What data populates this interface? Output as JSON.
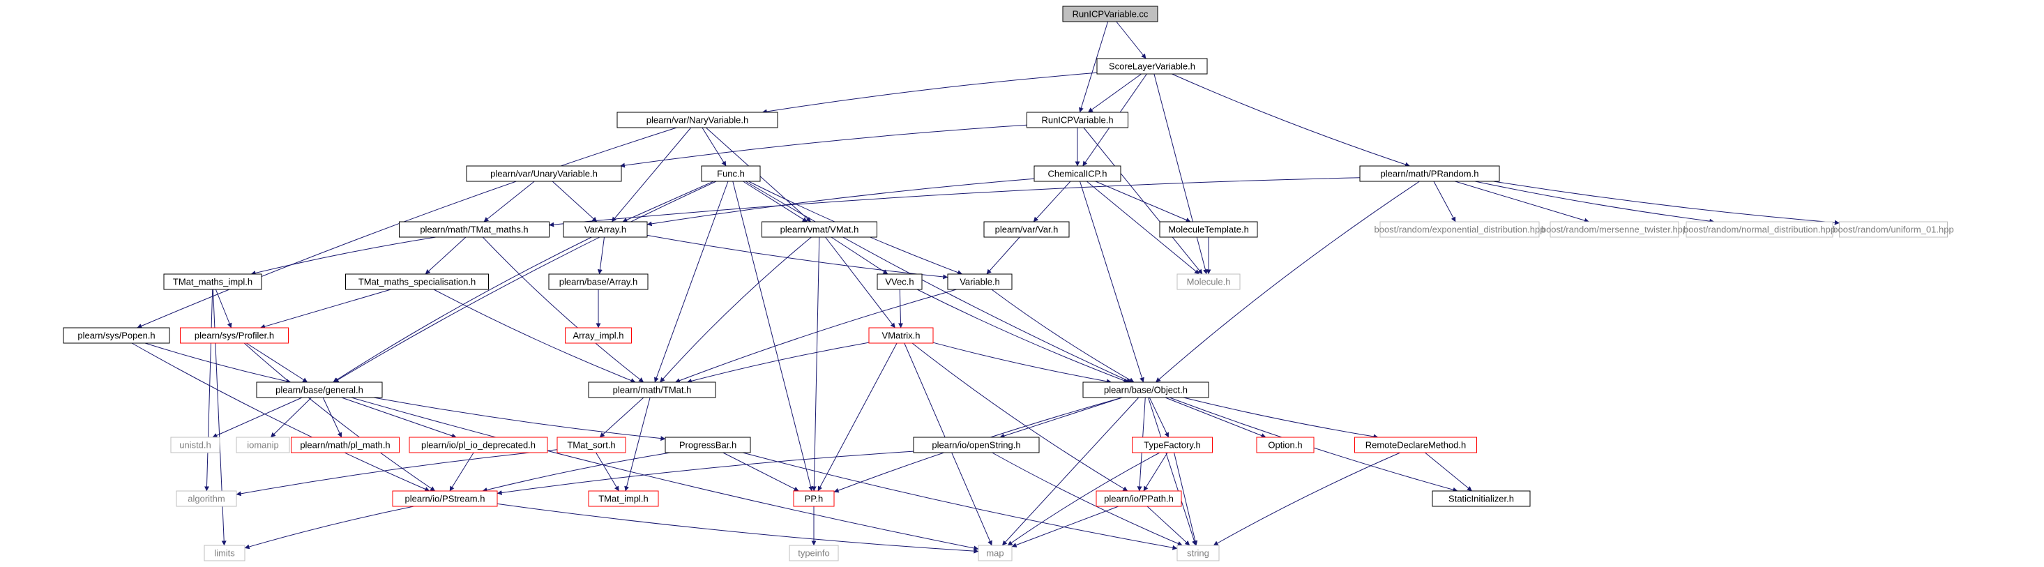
{
  "diagram": {
    "colors": {
      "edge": "#191970",
      "root_fill": "#bfbfbf",
      "normal_border": "#000000",
      "truncated_border": "#ff0000",
      "missing_border": "#bfbfbf",
      "missing_text": "#808080"
    },
    "nodes": [
      {
        "id": "root",
        "label": "RunICPVariable.cc",
        "kind": "root"
      },
      {
        "id": "score",
        "label": "ScoreLayerVariable.h",
        "kind": "normal"
      },
      {
        "id": "nary",
        "label": "plearn/var/NaryVariable.h",
        "kind": "normal"
      },
      {
        "id": "runicp",
        "label": "RunICPVariable.h",
        "kind": "normal"
      },
      {
        "id": "unary",
        "label": "plearn/var/UnaryVariable.h",
        "kind": "normal"
      },
      {
        "id": "func",
        "label": "Func.h",
        "kind": "normal"
      },
      {
        "id": "chemical",
        "label": "ChemicalICP.h",
        "kind": "normal"
      },
      {
        "id": "prandom",
        "label": "plearn/math/PRandom.h",
        "kind": "normal"
      },
      {
        "id": "tmatmaths",
        "label": "plearn/math/TMat_maths.h",
        "kind": "normal"
      },
      {
        "id": "vararray",
        "label": "VarArray.h",
        "kind": "normal"
      },
      {
        "id": "vmat",
        "label": "plearn/vmat/VMat.h",
        "kind": "normal"
      },
      {
        "id": "varh",
        "label": "plearn/var/Var.h",
        "kind": "normal"
      },
      {
        "id": "moltemplate",
        "label": "MoleculeTemplate.h",
        "kind": "normal"
      },
      {
        "id": "bexp",
        "label": "boost/random/exponential_distribution.hpp",
        "kind": "missing"
      },
      {
        "id": "bmt",
        "label": "boost/random/mersenne_twister.hpp",
        "kind": "missing"
      },
      {
        "id": "bnorm",
        "label": "boost/random/normal_distribution.hpp",
        "kind": "missing"
      },
      {
        "id": "buni",
        "label": "boost/random/uniform_01.hpp",
        "kind": "missing"
      },
      {
        "id": "tmatimpl",
        "label": "TMat_maths_impl.h",
        "kind": "normal"
      },
      {
        "id": "tmatspec",
        "label": "TMat_maths_specialisation.h",
        "kind": "normal"
      },
      {
        "id": "arrayh",
        "label": "plearn/base/Array.h",
        "kind": "normal"
      },
      {
        "id": "vvec",
        "label": "VVec.h",
        "kind": "normal"
      },
      {
        "id": "variable",
        "label": "Variable.h",
        "kind": "normal"
      },
      {
        "id": "molecule",
        "label": "Molecule.h",
        "kind": "missing"
      },
      {
        "id": "profiler",
        "label": "plearn/sys/Profiler.h",
        "kind": "truncated"
      },
      {
        "id": "arrayimpl",
        "label": "Array_impl.h",
        "kind": "truncated"
      },
      {
        "id": "popen",
        "label": "plearn/sys/Popen.h",
        "kind": "normal"
      },
      {
        "id": "vmatrix",
        "label": "VMatrix.h",
        "kind": "truncated"
      },
      {
        "id": "general",
        "label": "plearn/base/general.h",
        "kind": "normal"
      },
      {
        "id": "tmath",
        "label": "plearn/math/TMat.h",
        "kind": "normal"
      },
      {
        "id": "object",
        "label": "plearn/base/Object.h",
        "kind": "normal"
      },
      {
        "id": "unistd",
        "label": "unistd.h",
        "kind": "missing"
      },
      {
        "id": "iomanip",
        "label": "iomanip",
        "kind": "missing"
      },
      {
        "id": "plmath",
        "label": "plearn/math/pl_math.h",
        "kind": "truncated"
      },
      {
        "id": "pliodep",
        "label": "plearn/io/pl_io_deprecated.h",
        "kind": "truncated"
      },
      {
        "id": "tmatsort",
        "label": "TMat_sort.h",
        "kind": "truncated"
      },
      {
        "id": "progress",
        "label": "ProgressBar.h",
        "kind": "normal"
      },
      {
        "id": "openstring",
        "label": "plearn/io/openString.h",
        "kind": "normal"
      },
      {
        "id": "typefactory",
        "label": "TypeFactory.h",
        "kind": "truncated"
      },
      {
        "id": "option",
        "label": "Option.h",
        "kind": "truncated"
      },
      {
        "id": "remotedecl",
        "label": "RemoteDeclareMethod.h",
        "kind": "truncated"
      },
      {
        "id": "algorithm",
        "label": "algorithm",
        "kind": "missing"
      },
      {
        "id": "pstream",
        "label": "plearn/io/PStream.h",
        "kind": "truncated"
      },
      {
        "id": "tmatimplh",
        "label": "TMat_impl.h",
        "kind": "truncated"
      },
      {
        "id": "pph",
        "label": "PP.h",
        "kind": "truncated"
      },
      {
        "id": "ppath",
        "label": "plearn/io/PPath.h",
        "kind": "truncated"
      },
      {
        "id": "staticinit",
        "label": "StaticInitializer.h",
        "kind": "normal"
      },
      {
        "id": "limits",
        "label": "limits",
        "kind": "missing"
      },
      {
        "id": "typeinfo",
        "label": "typeinfo",
        "kind": "missing"
      },
      {
        "id": "map",
        "label": "map",
        "kind": "missing"
      },
      {
        "id": "string",
        "label": "string",
        "kind": "missing"
      }
    ],
    "edges": [
      [
        "root",
        "score"
      ],
      [
        "root",
        "runicp"
      ],
      [
        "score",
        "nary"
      ],
      [
        "score",
        "runicp"
      ],
      [
        "score",
        "chemical"
      ],
      [
        "score",
        "prandom"
      ],
      [
        "score",
        "molecule"
      ],
      [
        "nary",
        "vararray"
      ],
      [
        "nary",
        "func"
      ],
      [
        "nary",
        "vmat"
      ],
      [
        "nary",
        "popen"
      ],
      [
        "runicp",
        "unary"
      ],
      [
        "runicp",
        "chemical"
      ],
      [
        "runicp",
        "molecule"
      ],
      [
        "unary",
        "tmatmaths"
      ],
      [
        "unary",
        "vararray"
      ],
      [
        "func",
        "vararray"
      ],
      [
        "func",
        "vmat"
      ],
      [
        "func",
        "variable"
      ],
      [
        "func",
        "general"
      ],
      [
        "func",
        "tmath"
      ],
      [
        "func",
        "object"
      ],
      [
        "func",
        "pph"
      ],
      [
        "chemical",
        "vararray"
      ],
      [
        "chemical",
        "varh"
      ],
      [
        "chemical",
        "moltemplate"
      ],
      [
        "chemical",
        "molecule"
      ],
      [
        "chemical",
        "object"
      ],
      [
        "prandom",
        "tmatmaths"
      ],
      [
        "prandom",
        "bexp"
      ],
      [
        "prandom",
        "bmt"
      ],
      [
        "prandom",
        "bnorm"
      ],
      [
        "prandom",
        "buni"
      ],
      [
        "prandom",
        "object"
      ],
      [
        "tmatmaths",
        "tmatimpl"
      ],
      [
        "tmatmaths",
        "tmatspec"
      ],
      [
        "tmatmaths",
        "tmath"
      ],
      [
        "vararray",
        "variable"
      ],
      [
        "vararray",
        "arrayh"
      ],
      [
        "vararray",
        "general"
      ],
      [
        "vmat",
        "vvec"
      ],
      [
        "vmat",
        "vmatrix"
      ],
      [
        "vmat",
        "tmath"
      ],
      [
        "vmat",
        "pph"
      ],
      [
        "varh",
        "variable"
      ],
      [
        "moltemplate",
        "molecule"
      ],
      [
        "tmatimpl",
        "profiler"
      ],
      [
        "tmatimpl",
        "algorithm"
      ],
      [
        "tmatimpl",
        "limits"
      ],
      [
        "tmatspec",
        "profiler"
      ],
      [
        "tmatspec",
        "tmath"
      ],
      [
        "arrayh",
        "arrayimpl"
      ],
      [
        "vvec",
        "vmatrix"
      ],
      [
        "vvec",
        "object"
      ],
      [
        "variable",
        "tmath"
      ],
      [
        "variable",
        "object"
      ],
      [
        "profiler",
        "general"
      ],
      [
        "profiler",
        "pstream"
      ],
      [
        "popen",
        "general"
      ],
      [
        "popen",
        "pstream"
      ],
      [
        "vmatrix",
        "tmath"
      ],
      [
        "vmatrix",
        "object"
      ],
      [
        "vmatrix",
        "pph"
      ],
      [
        "vmatrix",
        "map"
      ],
      [
        "vmatrix",
        "ppath"
      ],
      [
        "general",
        "unistd"
      ],
      [
        "general",
        "iomanip"
      ],
      [
        "general",
        "plmath"
      ],
      [
        "general",
        "pliodep"
      ],
      [
        "general",
        "progress"
      ],
      [
        "general",
        "map"
      ],
      [
        "tmath",
        "tmatsort"
      ],
      [
        "tmath",
        "tmatimplh"
      ],
      [
        "object",
        "openstring"
      ],
      [
        "object",
        "typefactory"
      ],
      [
        "object",
        "option"
      ],
      [
        "object",
        "remotedecl"
      ],
      [
        "object",
        "staticinit"
      ],
      [
        "object",
        "ppath"
      ],
      [
        "object",
        "pph"
      ],
      [
        "object",
        "map"
      ],
      [
        "object",
        "string"
      ],
      [
        "pliodep",
        "pstream"
      ],
      [
        "tmatsort",
        "tmatimplh"
      ],
      [
        "tmatsort",
        "algorithm"
      ],
      [
        "progress",
        "pstream"
      ],
      [
        "progress",
        "pph"
      ],
      [
        "progress",
        "string"
      ],
      [
        "openstring",
        "pstream"
      ],
      [
        "openstring",
        "string"
      ],
      [
        "typefactory",
        "ppath"
      ],
      [
        "typefactory",
        "map"
      ],
      [
        "typefactory",
        "string"
      ],
      [
        "remotedecl",
        "staticinit"
      ],
      [
        "remotedecl",
        "string"
      ],
      [
        "pstream",
        "limits"
      ],
      [
        "pstream",
        "map"
      ],
      [
        "pph",
        "typeinfo"
      ],
      [
        "ppath",
        "map"
      ],
      [
        "ppath",
        "string"
      ]
    ]
  }
}
